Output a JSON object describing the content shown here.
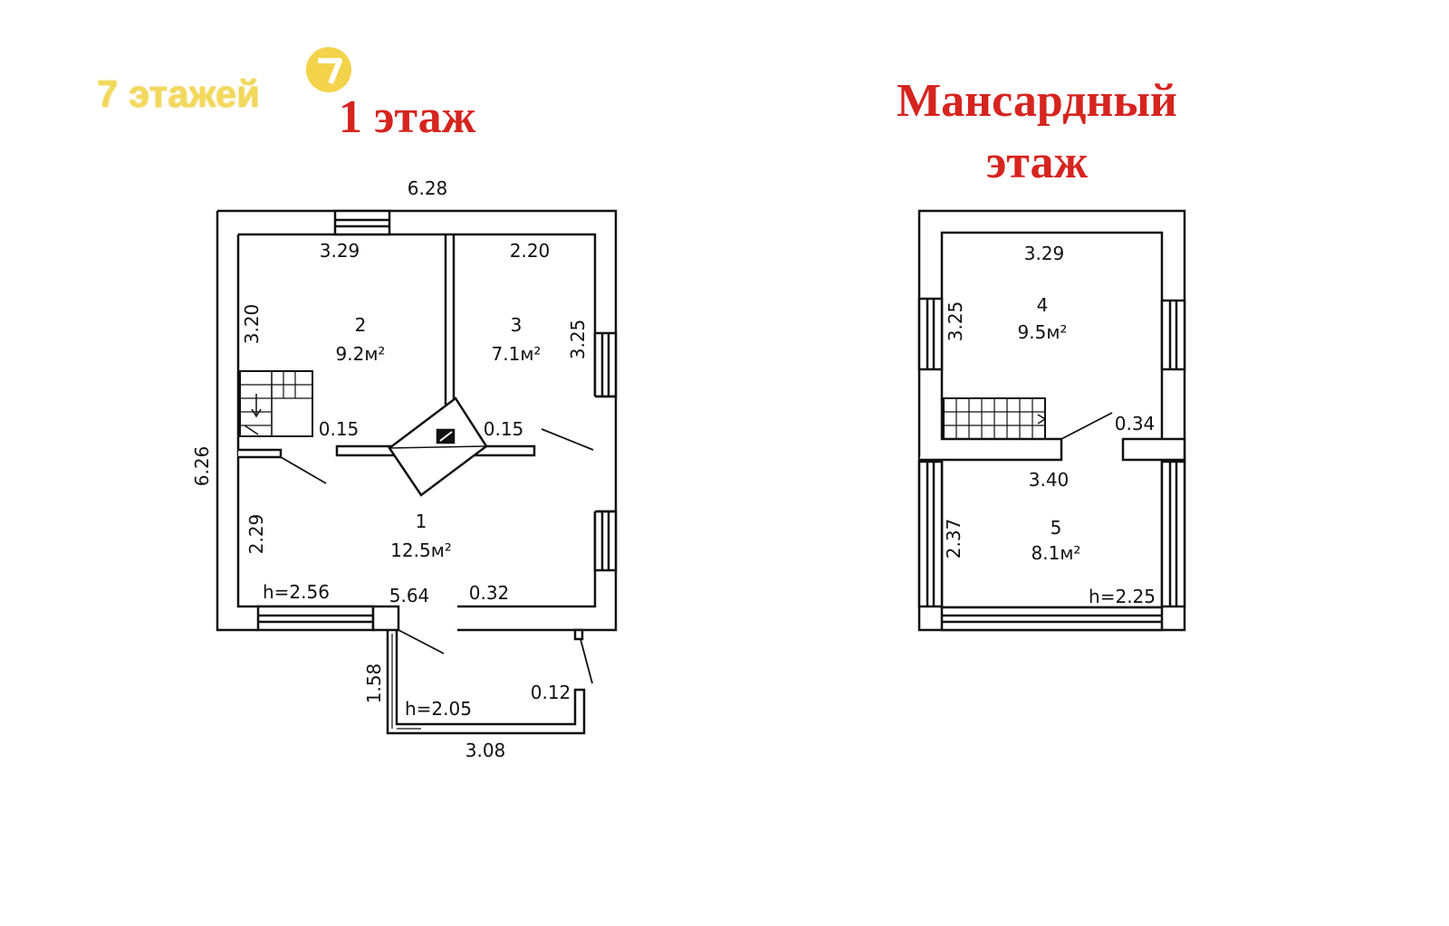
{
  "brand": {
    "watermark_text": "7 этажей",
    "logo_icon": "seven-logo-icon",
    "logo_digit": "7",
    "logo_color": "#f3d34a"
  },
  "titles": {
    "floor1": "1 этаж",
    "attic_line1": "Мансардный",
    "attic_line2": "этаж",
    "title_color": "#d6241f"
  },
  "floor1": {
    "overall_width": "6.28",
    "overall_depth": "6.26",
    "room2": {
      "number": "2",
      "area": "9.2м²",
      "width": "3.29",
      "depth": "3.20"
    },
    "room3": {
      "number": "3",
      "area": "7.1м²",
      "width": "2.20",
      "depth": "3.25"
    },
    "room1": {
      "number": "1",
      "area": "12.5м²",
      "depth": "2.29",
      "width": "5.64",
      "height": "h=2.56"
    },
    "partition_left": "0.15",
    "partition_right": "0.15",
    "wall_thickness": "0.32",
    "porch": {
      "width": "3.08",
      "depth": "1.58",
      "height": "h=2.05",
      "wall": "0.12"
    }
  },
  "attic": {
    "room4": {
      "number": "4",
      "area": "9.5м²",
      "width": "3.29",
      "depth": "3.25"
    },
    "room5": {
      "number": "5",
      "area": "8.1м²",
      "width": "3.40",
      "depth": "2.37",
      "height": "h=2.25"
    },
    "partition": "0.34"
  }
}
